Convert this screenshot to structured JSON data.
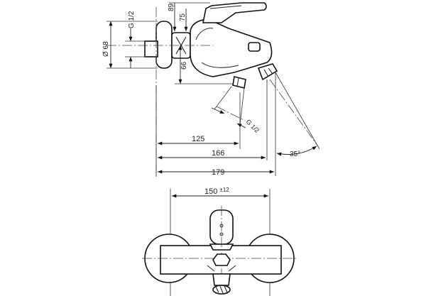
{
  "side_view": {
    "thread_left": "G 1/2",
    "diameter": "Ø 68",
    "height_66": "66",
    "height_89": "89",
    "height_75": "75",
    "thread_outlet": "G 1/2",
    "width_125": "125",
    "width_166": "166",
    "width_179": "179",
    "angle": "35°"
  },
  "front_view": {
    "centers": "150",
    "tolerance": "±12"
  }
}
